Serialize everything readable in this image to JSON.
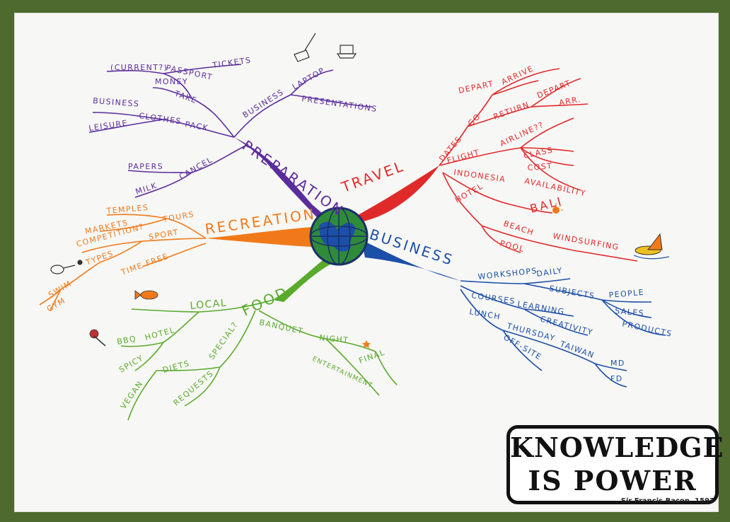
{
  "colors": {
    "preparation": "#5b2d9c",
    "travel": "#e02a2a",
    "recreation": "#f07a1a",
    "business": "#1c4fa8",
    "food": "#5aaa2c",
    "frame": "#4e6a2e"
  },
  "center_icon": "globe-icon",
  "branches": {
    "preparation": {
      "label": "PREPARATION",
      "sub": {
        "take": "TAKE",
        "money": "MONEY",
        "passport": "PASSPORT",
        "current": "(CURRENT?)",
        "tickets": "TICKETS",
        "business": "BUSINESS",
        "laptop": "LAPTOP",
        "presentations": "PRESENTATIONS",
        "pack": "PACK",
        "clothes": "CLOTHES",
        "business2": "BUSINESS",
        "leisure": "LEISURE",
        "cancel": "CANCEL",
        "papers": "PAPERS",
        "milk": "MILK"
      }
    },
    "travel": {
      "label": "TRAVEL",
      "sub": {
        "dates": "DATES",
        "go": "GO",
        "depart": "DEPART",
        "arrive": "ARRIVE",
        "return": "RETURN",
        "depart2": "DEPART",
        "arr": "ARR.",
        "flight": "FLIGHT",
        "airline": "AIRLINE??",
        "class": "CLASS",
        "cost": "COST",
        "availability": "AVAILABILITY",
        "indonesia": "INDONESIA",
        "bali": "BALI",
        "hotel": "HOTEL",
        "beach": "BEACH",
        "windsurfing": "WINDSURFING",
        "pool": "POOL"
      }
    },
    "recreation": {
      "label": "RECREATION",
      "sub": {
        "tours": "TOURS",
        "temples": "TEMPLES",
        "markets": "MARKETS",
        "sport": "SPORT",
        "competition": "COMPETITION?",
        "types": "TYPES",
        "swim": "SWIM",
        "gym": "GYM",
        "time_free": "TIME FREE"
      }
    },
    "business": {
      "label": "BUSINESS",
      "sub": {
        "workshops": "WORKSHOPS",
        "daily": "DAILY",
        "subjects": "SUBJECTS",
        "people": "PEOPLE",
        "sales": "SALES",
        "products": "PRODUCTS",
        "courses": "COURSES",
        "learning": "LEARNING",
        "creativity": "CREATIVITY",
        "lunch": "LUNCH",
        "thursday": "THURSDAY",
        "taiwan": "TAIWAN",
        "md": "MD",
        "fd": "FD",
        "offsite": "OFF-SITE"
      }
    },
    "food": {
      "label": "FOOD",
      "sub": {
        "local": "LOCAL",
        "hotel": "HOTEL",
        "bbq": "BBQ",
        "spicy": "SPICY",
        "special": "SPECIAL?",
        "diets": "DIETS",
        "vegan": "VEGAN",
        "requests": "REQUESTS",
        "banquet": "BANQUET",
        "night": "NIGHT",
        "final": "FINAL",
        "entertainment": "ENTERTAINMENT"
      }
    }
  },
  "quote": {
    "line1": "KNOWLEDGE",
    "line2": "IS POWER",
    "attribution": "Sir Francis Bacon, 1597"
  }
}
